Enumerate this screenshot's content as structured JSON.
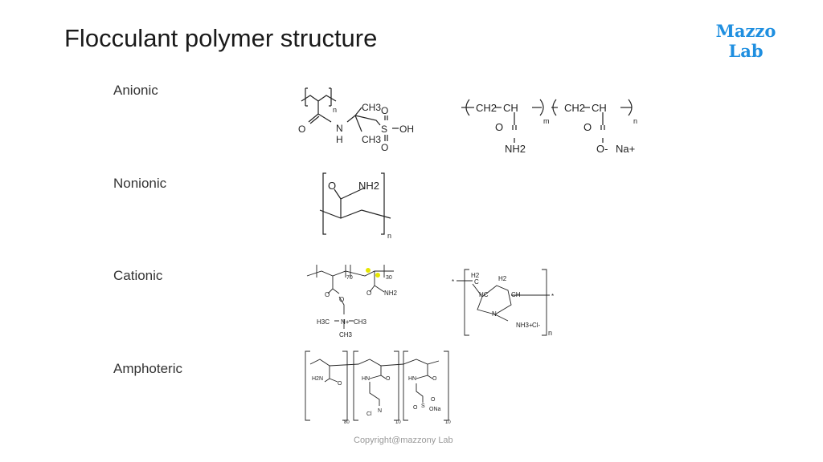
{
  "title": "Flocculant polymer structure",
  "logo": {
    "line1": "Mazzo",
    "line2": "Lab",
    "color": "#1f8fe0"
  },
  "categories": [
    {
      "label": "Anionic"
    },
    {
      "label": "Nonionic"
    },
    {
      "label": "Cationic"
    },
    {
      "label": "Amphoteric"
    }
  ],
  "structures": {
    "amps": {
      "ch3_top": "CH3",
      "ch3_bottom": "CH3",
      "o": "O",
      "n": "N",
      "h": "H",
      "s": "S",
      "oh": "OH",
      "o2": "O",
      "o3": "O",
      "sub": "n"
    },
    "copolymer": {
      "ch2a": "CH2",
      "ch_a": "CH",
      "ch2b": "CH2",
      "ch_b": "CH",
      "o1": "O",
      "nh2": "NH2",
      "o2": "O",
      "o_minus": "O-",
      "na": "Na+",
      "m": "m",
      "n": "n"
    },
    "acrylamide": {
      "o": "O",
      "nh2": "NH2",
      "sub": "n"
    },
    "cationic_a": {
      "s70": "70",
      "s30": "30",
      "o1": "O",
      "o2": "O",
      "o3": "O",
      "nh2": "NH2",
      "n_plus": "N+",
      "h3c": "H3C",
      "ch3a": "CH3",
      "ch3b": "CH3"
    },
    "cationic_b": {
      "h2a": "H2",
      "h2b": "H2",
      "c": "C",
      "hc": "HC",
      "ch": "CH",
      "n": "N",
      "nh3": "NH3+",
      "cl": "Cl-",
      "sub": "n",
      "star": "*",
      "accent_blue": "#3a4fb0",
      "accent_green": "#2e9a2e"
    },
    "amphoteric": {
      "h2n": "H2N",
      "o1": "O",
      "hn1": "HN",
      "o2": "O",
      "cl": "Cl",
      "n": "N",
      "hn2": "HN",
      "o3": "O",
      "s": "S",
      "o4": "O",
      "o5": "O",
      "ona": "ONa",
      "s80": "80",
      "s10a": "10",
      "s10b": "10"
    }
  },
  "copyright": "Copyright@mazzony Lab"
}
